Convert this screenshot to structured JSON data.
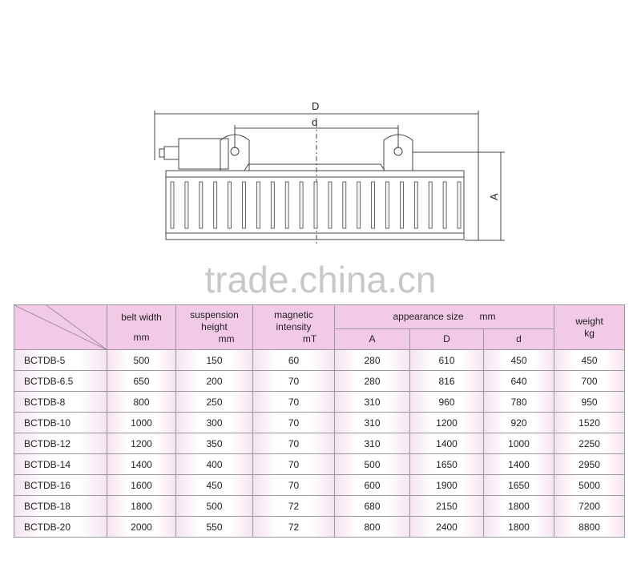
{
  "drawing": {
    "label_D": "D",
    "label_d": "d",
    "label_A": "A"
  },
  "watermark": "trade.china.cn",
  "table": {
    "headers": {
      "belt_width": "belt width",
      "belt_width_unit": "mm",
      "suspension_height_line1": "suspension",
      "suspension_height_line2": "height",
      "suspension_height_unit": "mm",
      "magnetic_line1": "magnetic",
      "magnetic_line2": "intensity",
      "magnetic_unit": "mT",
      "appearance": "appearance size",
      "appearance_unit": "mm",
      "sub_A": "A",
      "sub_D": "D",
      "sub_d": "d",
      "weight": "weight",
      "weight_unit": "kg"
    },
    "rows": [
      {
        "model": "BCTDB-5",
        "belt": "500",
        "height": "150",
        "mag": "60",
        "A": "280",
        "D": "610",
        "d": "450",
        "weight": "450"
      },
      {
        "model": "BCTDB-6.5",
        "belt": "650",
        "height": "200",
        "mag": "70",
        "A": "280",
        "D": "816",
        "d": "640",
        "weight": "700"
      },
      {
        "model": "BCTDB-8",
        "belt": "800",
        "height": "250",
        "mag": "70",
        "A": "310",
        "D": "960",
        "d": "780",
        "weight": "950"
      },
      {
        "model": "BCTDB-10",
        "belt": "1000",
        "height": "300",
        "mag": "70",
        "A": "310",
        "D": "1200",
        "d": "920",
        "weight": "1520"
      },
      {
        "model": "BCTDB-12",
        "belt": "1200",
        "height": "350",
        "mag": "70",
        "A": "310",
        "D": "1400",
        "d": "1000",
        "weight": "2250"
      },
      {
        "model": "BCTDB-14",
        "belt": "1400",
        "height": "400",
        "mag": "70",
        "A": "500",
        "D": "1650",
        "d": "1400",
        "weight": "2950"
      },
      {
        "model": "BCTDB-16",
        "belt": "1600",
        "height": "450",
        "mag": "70",
        "A": "600",
        "D": "1900",
        "d": "1650",
        "weight": "5000"
      },
      {
        "model": "BCTDB-18",
        "belt": "1800",
        "height": "500",
        "mag": "72",
        "A": "680",
        "D": "2150",
        "d": "1800",
        "weight": "7200"
      },
      {
        "model": "BCTDB-20",
        "belt": "2000",
        "height": "550",
        "mag": "72",
        "A": "800",
        "D": "2400",
        "d": "1800",
        "weight": "8800"
      }
    ]
  }
}
